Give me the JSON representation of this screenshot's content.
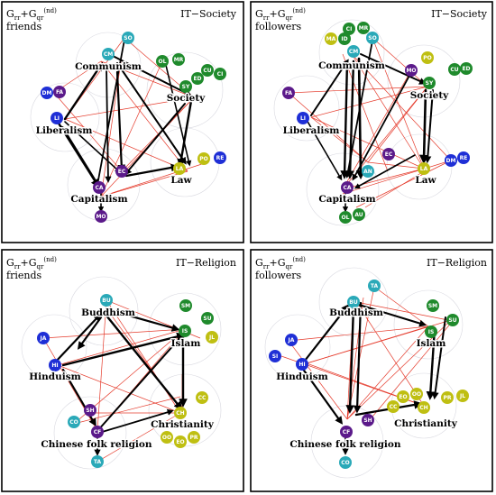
{
  "colors": {
    "purple": "#5b1a8a",
    "blue": "#1f2fd6",
    "green": "#1f8a2c",
    "teal": "#2aa9b8",
    "yellow": "#bfbf12",
    "red_edge": "#e53b2c",
    "black_edge": "#000000"
  },
  "panels": [
    {
      "id": "p1",
      "header": {
        "main": "G",
        "sub1": "rr",
        "plus": "+G",
        "sub2": "qr",
        "sup": "(nd)",
        "line2": "friends"
      },
      "title": "IT−Society",
      "topics": {
        "communism": "Communism",
        "society": "Society",
        "liberalism": "Liberalism",
        "capitalism": "Capitalism",
        "law": "Law"
      },
      "nodes": {
        "so": "SO",
        "cm": "CM",
        "ol": "OL",
        "mr": "MR",
        "sy": "SY",
        "ed": "ED",
        "cu": "CU",
        "ci": "CI",
        "dm": "DM",
        "fa": "FA",
        "li": "LI",
        "ec": "EC",
        "ca": "CA",
        "mo": "MO",
        "la": "LA",
        "po": "PO",
        "re": "RE"
      }
    },
    {
      "id": "p2",
      "header": {
        "main": "G",
        "sub1": "rr",
        "plus": "+G",
        "sub2": "qr",
        "sup": "(nd)",
        "line2": "followers"
      },
      "title": "IT−Society",
      "topics": {
        "communism": "Communism",
        "society": "Society",
        "liberalism": "Liberalism",
        "capitalism": "Capitalism",
        "law": "Law"
      },
      "nodes": {
        "ci": "CI",
        "mr": "MR",
        "ma": "MA",
        "id": "ID",
        "so": "SO",
        "cm": "CM",
        "po": "PO",
        "mo": "MO",
        "sy": "SY",
        "cu": "CU",
        "ed": "ED",
        "fa": "FA",
        "li": "LI",
        "ec": "EC",
        "an": "AN",
        "la": "LA",
        "dm": "DM",
        "re": "RE",
        "ca": "CA",
        "ol": "OL",
        "au": "AU"
      }
    },
    {
      "id": "p3",
      "header": {
        "main": "G",
        "sub1": "rr",
        "plus": "+G",
        "sub2": "qr",
        "sup": "(nd)",
        "line2": "friends"
      },
      "title": "IT−Religion",
      "topics": {
        "buddhism": "Buddhism",
        "islam": "Islam",
        "hinduism": "Hinduism",
        "christianity": "Christianity",
        "chinese": "Chinese folk religion"
      },
      "nodes": {
        "bu": "BU",
        "sm": "SM",
        "su": "SU",
        "is": "IS",
        "jl": "JL",
        "ja": "JA",
        "hi": "HI",
        "cc": "CC",
        "ch": "CH",
        "sh": "SH",
        "co": "CO",
        "cf": "CF",
        "ta": "TA",
        "oo": "OO",
        "eo": "EO",
        "pr": "PR"
      }
    },
    {
      "id": "p4",
      "header": {
        "main": "G",
        "sub1": "rr",
        "plus": "+G",
        "sub2": "qr",
        "sup": "(nd)",
        "line2": "followers"
      },
      "title": "IT−Religion",
      "topics": {
        "buddhism": "Buddhism",
        "islam": "Islam",
        "hinduism": "Hinduism",
        "christianity": "Christianity",
        "chinese": "Chinese folk religion"
      },
      "nodes": {
        "ta": "TA",
        "bu": "BU",
        "sm": "SM",
        "su": "SU",
        "is": "IS",
        "ja": "JA",
        "si": "SI",
        "hi": "HI",
        "eo": "EO",
        "oo": "OO",
        "pr": "PR",
        "jl": "JL",
        "cc": "CC",
        "ch": "CH",
        "sh": "SH",
        "cf": "CF",
        "co": "CO"
      }
    }
  ]
}
